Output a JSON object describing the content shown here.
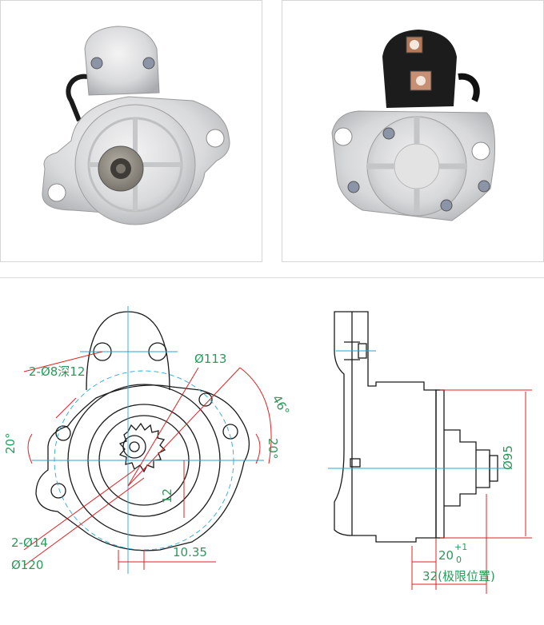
{
  "colors": {
    "outline": "#1a1a1a",
    "dimension": "#e02020",
    "center": "#2aa6d6",
    "label": "#2a9a5a"
  },
  "labels": {
    "holes_8": "2-Ø8深12",
    "dia_113": "Ø113",
    "angle_46": "46°",
    "angle_20_left": "20°",
    "angle_20_right": "20°",
    "dim_12": "12",
    "holes_14": "2-Ø14",
    "dia_120": "Ø120",
    "dim_10_35": "10.35",
    "dia_95": "Ø95",
    "dim_20": "20",
    "tol_plus": "+1",
    "tol_zero": "0",
    "dim_32": "32(极限位置)"
  }
}
